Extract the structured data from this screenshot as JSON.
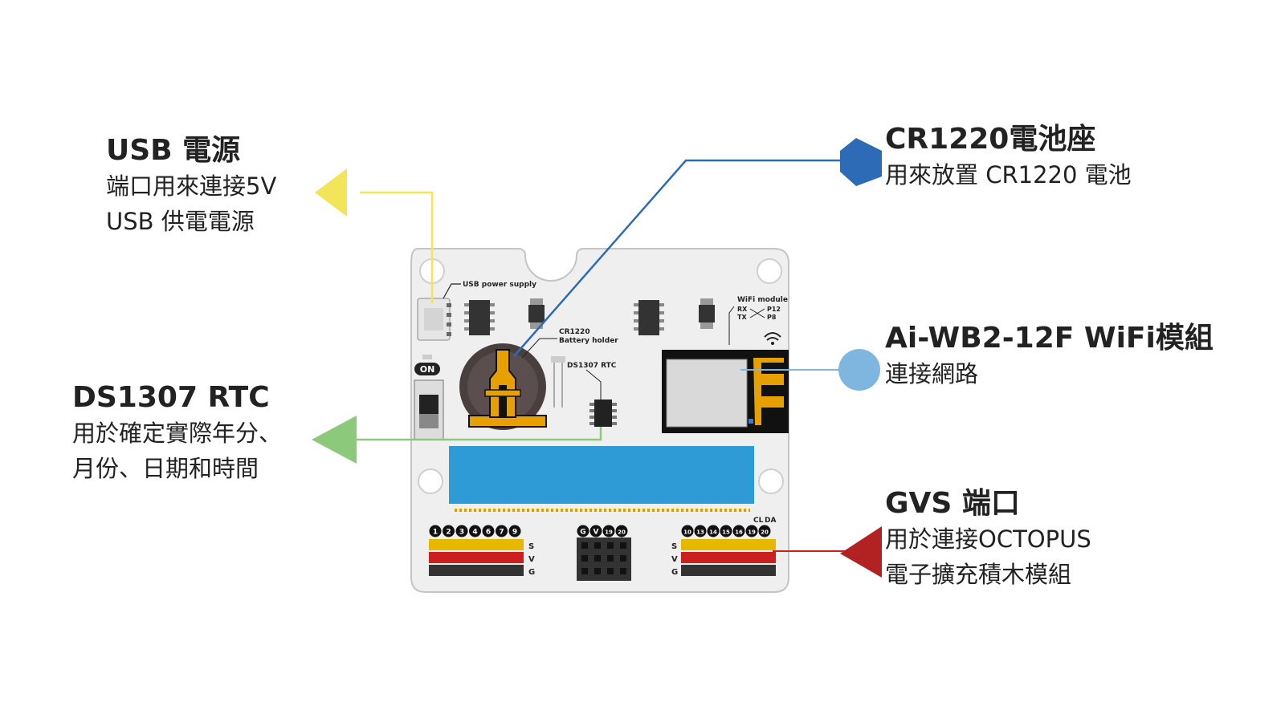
{
  "board": {
    "usb_label": "USB power supply",
    "cr_label_1": "CR1220",
    "cr_label_2": "Battery holder",
    "rtc_label": "DS1307 RTC",
    "wifi_label": "WiFi module",
    "wifi_rx": "RX",
    "wifi_tx": "TX",
    "wifi_p12": "P12",
    "wifi_p8": "P8",
    "on_label": "ON",
    "left_pins": [
      "1",
      "2",
      "3",
      "4",
      "6",
      "7",
      "9"
    ],
    "mid_pins": [
      "G",
      "V",
      "19",
      "20"
    ],
    "right_pins": [
      "10",
      "13",
      "14",
      "15",
      "16",
      "19",
      "20"
    ],
    "row_s": "S",
    "row_v": "V",
    "row_g": "G",
    "cl_label": "CL",
    "da_label": "DA"
  },
  "callouts": {
    "usb": {
      "title": "USB 電源",
      "lines": [
        "端口用來連接5V",
        "USB 供電電源"
      ],
      "color": "#f2e55a"
    },
    "rtc": {
      "title": "DS1307 RTC",
      "lines": [
        "用於確定實際年分、",
        "月份、日期和時間"
      ],
      "color": "#8cc97a"
    },
    "cr": {
      "title": "CR1220電池座",
      "lines": [
        "用來放置 CR1220 電池"
      ],
      "color": "#2e6bb6"
    },
    "wifi": {
      "title": "Ai-WB2-12F WiFi模組",
      "lines": [
        "連接網路"
      ],
      "color": "#7fb6df"
    },
    "gvs": {
      "title": "GVS  端口",
      "lines": [
        "用於連接OCTOPUS",
        "電子擴充積木模組"
      ],
      "color": "#b22222"
    }
  }
}
